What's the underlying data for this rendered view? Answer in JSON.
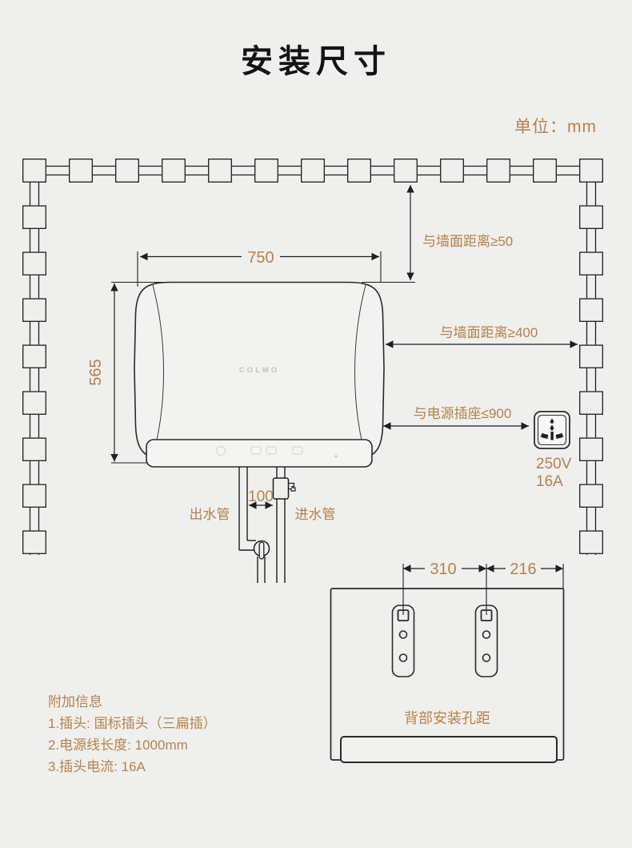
{
  "colors": {
    "accent": "#b5824e",
    "line": "#1f1f1f",
    "background": "#efefed"
  },
  "header": {
    "title": "安装尺寸",
    "unit_label": "单位：mm"
  },
  "front_view": {
    "brand": "COLMO",
    "width_mm": "750",
    "height_mm": "565",
    "pipe_spacing_mm": "100",
    "top_clearance_label": "与墙面距离≥50",
    "side_clearance_label": "与墙面距离≥400",
    "socket_distance_label": "与电源插座≤900",
    "outlet_pipe_label": "出水管",
    "inlet_pipe_label": "进水管",
    "socket_rating_voltage": "250V",
    "socket_rating_current": "16A",
    "socket_icon": "power-socket-icon"
  },
  "rear_view": {
    "hole_distance_left_mm": "310",
    "hole_distance_right_mm": "216",
    "caption": "背部安装孔距"
  },
  "notes": {
    "heading": "附加信息",
    "items": [
      "1.插头: 国标插头（三扁插）",
      "2.电源线长度: 1000mm",
      "3.插头电流: 16A"
    ]
  }
}
